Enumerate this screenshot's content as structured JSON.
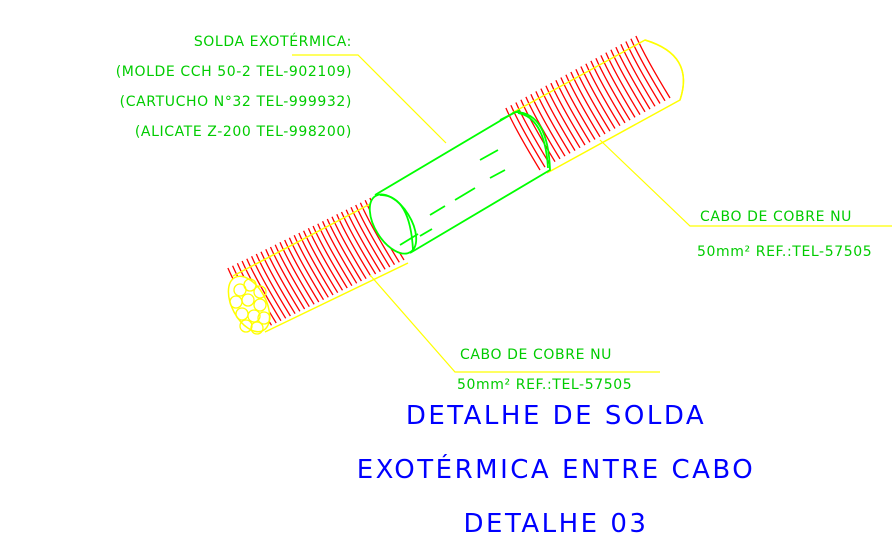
{
  "callouts": {
    "solda": {
      "title": "SOLDA EXOTÉRMICA:",
      "lines": [
        "(MOLDE CCH 50-2 TEL-902109)",
        "(CARTUCHO N°32 TEL-999932)",
        "(ALICATE Z-200 TEL-998200)"
      ]
    },
    "cabo_right": {
      "line1": "CABO DE COBRE NU",
      "line2": "50mm² REF.:TEL-57505"
    },
    "cabo_bottom": {
      "line1": "CABO DE COBRE NU",
      "line2": "50mm² REF.:TEL-57505"
    }
  },
  "title": {
    "line1": "DETALHE DE SOLDA",
    "line2": "EXOTÉRMICA ENTRE CABO",
    "line3": "DETALHE 03"
  },
  "colors": {
    "background": "#ffffff",
    "label_green": "#00cc00",
    "leader_yellow": "#ffff00",
    "strand_red": "#ff0000",
    "mold_green": "#00ff00",
    "title_blue": "#0000ff"
  }
}
